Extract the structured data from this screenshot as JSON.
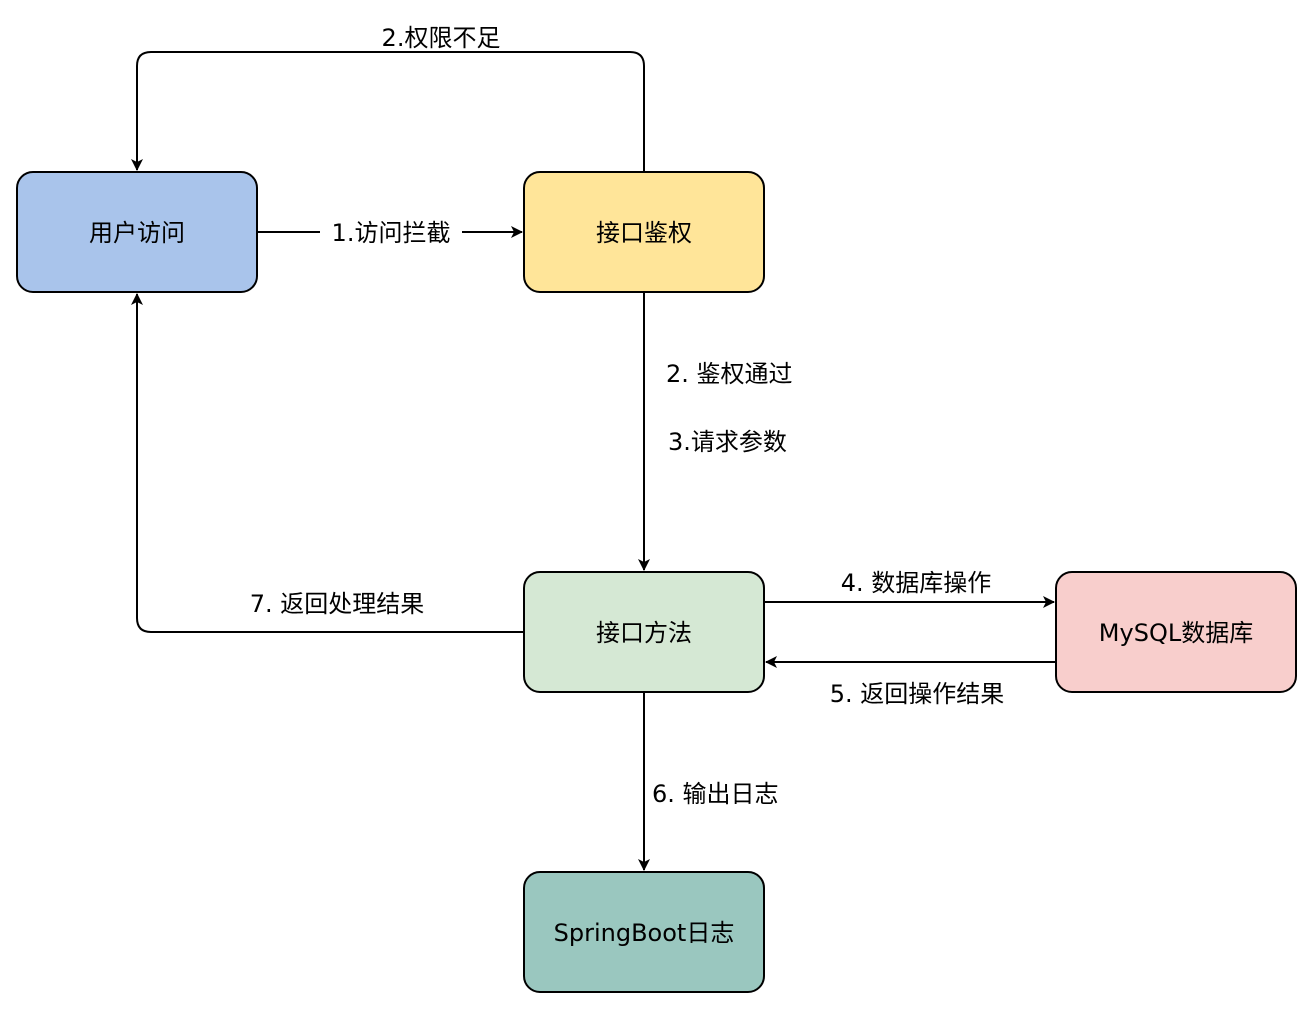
{
  "nodes": {
    "user_access": {
      "label": "用户访问",
      "fill": "#a9c4eb"
    },
    "auth": {
      "label": "接口鉴权",
      "fill": "#ffe599"
    },
    "method": {
      "label": "接口方法",
      "fill": "#d5e8d4"
    },
    "mysql": {
      "label": "MySQL数据库",
      "fill": "#f8cecc"
    },
    "log": {
      "label": "SpringBoot日志",
      "fill": "#9ac7bf"
    }
  },
  "edges": {
    "intercept": "1.访问拦截",
    "denied": "2.权限不足",
    "passed": "2. 鉴权通过",
    "params": "3.请求参数",
    "db_op": "4. 数据库操作",
    "db_result": "5. 返回操作结果",
    "log_out": "6. 输出日志",
    "return_result": "7. 返回处理结果"
  }
}
